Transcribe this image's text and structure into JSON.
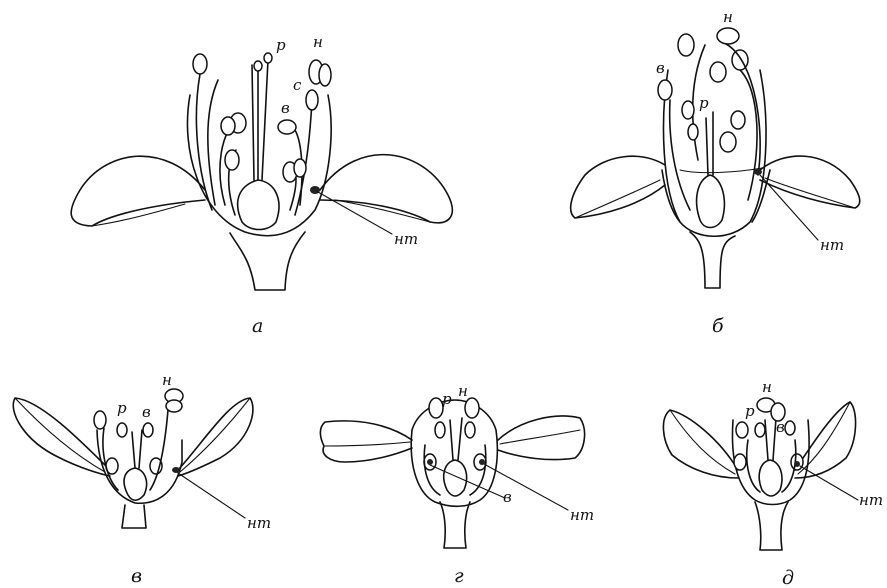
{
  "flowers": {
    "a": {
      "caption": "а",
      "labels": {
        "p": "р",
        "n": "н",
        "s": "с",
        "v": "в",
        "nt": "нт"
      }
    },
    "b": {
      "caption": "б",
      "labels": {
        "n": "н",
        "v": "в",
        "p": "р",
        "nt": "нт"
      }
    },
    "c": {
      "caption": "в",
      "labels": {
        "p": "р",
        "v": "в",
        "n": "н",
        "nt": "нт"
      }
    },
    "d": {
      "caption": "г",
      "labels": {
        "p": "р",
        "n": "н",
        "v": "в",
        "nt": "нт"
      }
    },
    "e": {
      "caption": "д",
      "labels": {
        "n": "н",
        "p": "р",
        "v": "в",
        "nt": "нт"
      }
    }
  }
}
